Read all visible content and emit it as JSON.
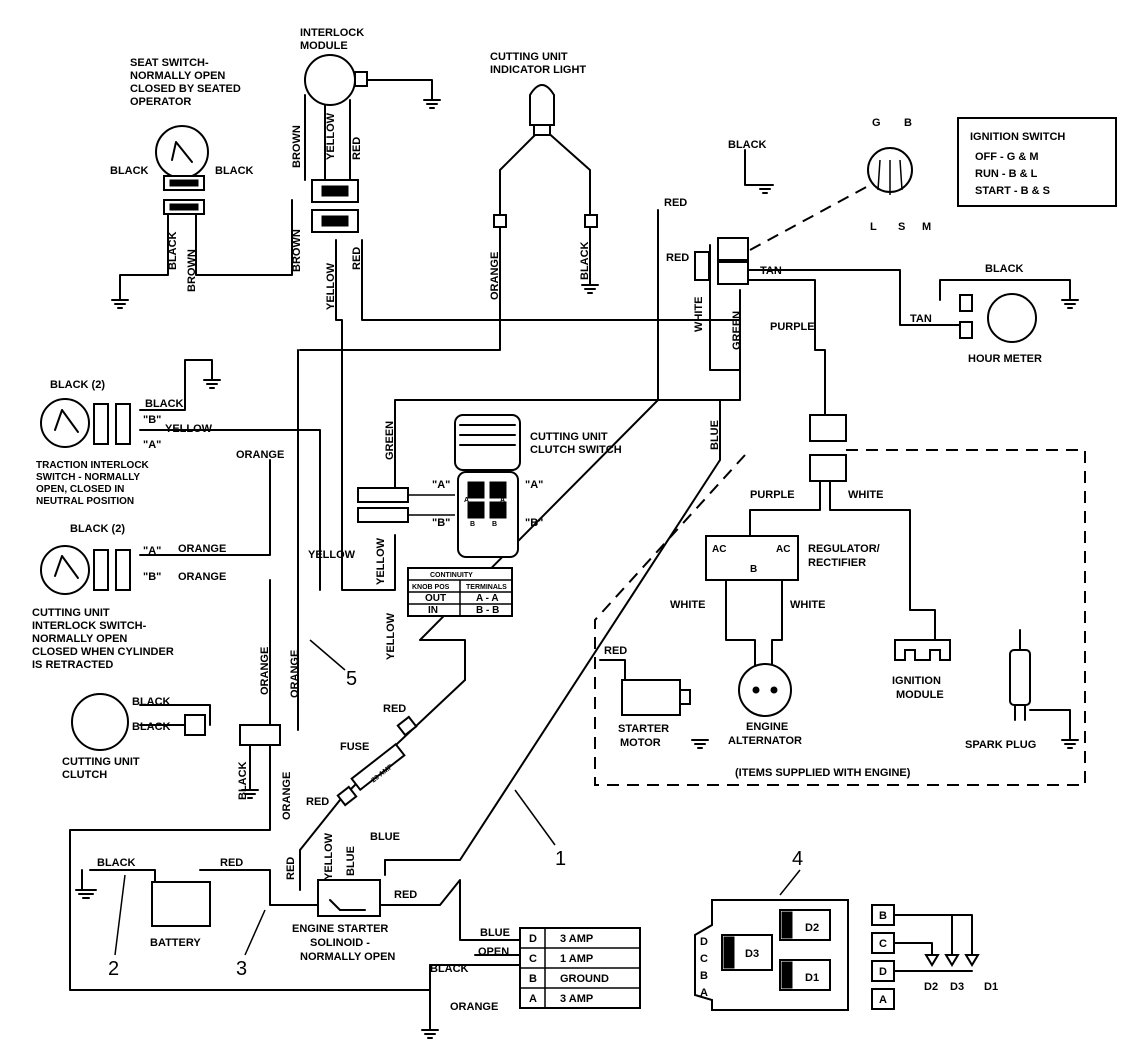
{
  "labels": {
    "interlock_module": [
      "INTERLOCK",
      "MODULE"
    ],
    "seat_switch": [
      "SEAT SWITCH-",
      "NORMALLY OPEN",
      "CLOSED BY SEATED",
      "OPERATOR"
    ],
    "indicator_light": [
      "CUTTING UNIT",
      "INDICATOR LIGHT"
    ],
    "ignition_title": "IGNITION SWITCH",
    "ignition_rows": [
      "OFF - G & M",
      "RUN - B & L",
      "START - B & S"
    ],
    "ignition_terms": {
      "g": "G",
      "b": "B",
      "l": "L",
      "s": "S",
      "m": "M"
    },
    "hour_meter": "HOUR METER",
    "traction_switch": [
      "TRACTION INTERLOCK",
      "SWITCH - NORMALLY",
      "OPEN, CLOSED IN",
      "NEUTRAL POSITION"
    ],
    "clutch_switch": [
      "CUTTING UNIT",
      "CLUTCH SWITCH"
    ],
    "cutting_interlock": [
      "CUTTING UNIT",
      "INTERLOCK SWITCH-",
      "NORMALLY OPEN",
      "CLOSED WHEN CYLINDER",
      "IS RETRACTED"
    ],
    "regulator": [
      "REGULATOR/",
      "RECTIFIER"
    ],
    "reg_terms": {
      "ac1": "AC",
      "ac2": "AC",
      "b": "B"
    },
    "cutting_clutch": [
      "CUTTING UNIT",
      "CLUTCH"
    ],
    "fuse": "FUSE",
    "fuse_rating": "20 AMP",
    "starter_motor": [
      "STARTER",
      "MOTOR"
    ],
    "alternator": [
      "ENGINE",
      "ALTERNATOR"
    ],
    "ignition_module": [
      "IGNITION",
      "MODULE"
    ],
    "spark_plug": "SPARK PLUG",
    "items_engine": "(ITEMS SUPPLIED WITH ENGINE)",
    "battery": "BATTERY",
    "solenoid": [
      "ENGINE STARTER",
      "SOLINOID -",
      "NORMALLY OPEN"
    ],
    "pos_a": "\"A\"",
    "pos_b": "\"B\"",
    "continuity": {
      "title": "CONTINUITY",
      "headers": [
        "KNOB POS",
        "TERMINALS"
      ],
      "rows": [
        [
          "OUT",
          "A - A"
        ],
        [
          "IN",
          "B - B"
        ]
      ]
    },
    "clutch_pins": {
      "a1": "A",
      "a2": "A",
      "b1": "B",
      "b2": "B"
    }
  },
  "wires": {
    "black": "BLACK",
    "black2": "BLACK (2)",
    "brown": "BROWN",
    "yellow": "YELLOW",
    "red": "RED",
    "orange": "ORANGE",
    "green": "GREEN",
    "white": "WHITE",
    "tan": "TAN",
    "purple": "PURPLE",
    "blue": "BLUE",
    "open": "OPEN"
  },
  "connector_table": {
    "rows": [
      {
        "pin": "D",
        "value": "3 AMP"
      },
      {
        "pin": "C",
        "value": "1 AMP"
      },
      {
        "pin": "B",
        "value": "GROUND"
      },
      {
        "pin": "A",
        "value": "3 AMP"
      }
    ]
  },
  "module_4": {
    "pins": [
      "D",
      "C",
      "B",
      "A"
    ],
    "diodes": [
      "D2",
      "D3",
      "D1"
    ]
  },
  "diode_schematic": {
    "pins": [
      "B",
      "C",
      "D",
      "A"
    ],
    "labels": [
      "D2",
      "D3",
      "D1"
    ]
  },
  "callouts": [
    "1",
    "2",
    "3",
    "4",
    "5"
  ]
}
